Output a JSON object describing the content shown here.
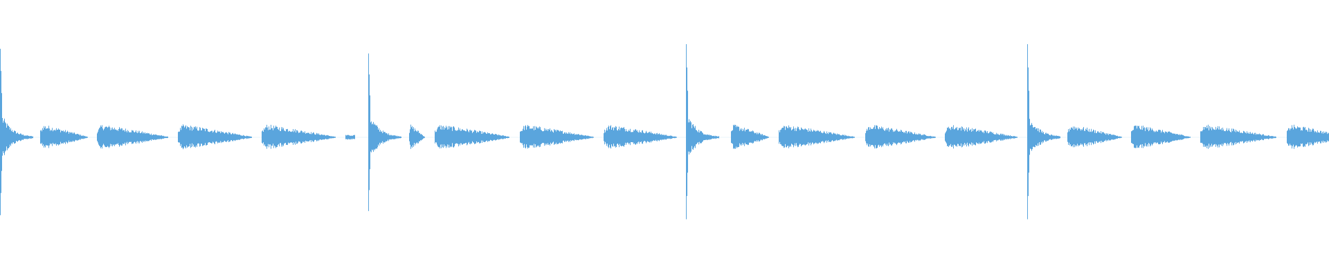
{
  "waveform": {
    "color": "#5aa5dd",
    "background": "#ffffff",
    "events_description": [
      {
        "t": 0.0,
        "kind": "spike",
        "amp": 0.95
      },
      {
        "t": 0.03,
        "kind": "burst",
        "amp": 0.14
      },
      {
        "t": 0.073,
        "kind": "burst",
        "amp": 0.14
      },
      {
        "t": 0.134,
        "kind": "burst",
        "amp": 0.14
      },
      {
        "t": 0.197,
        "kind": "burst",
        "amp": 0.14
      },
      {
        "t": 0.26,
        "kind": "tick",
        "amp": 0.02
      },
      {
        "t": 0.277,
        "kind": "spike",
        "amp": 0.9
      },
      {
        "t": 0.308,
        "kind": "burst",
        "amp": 0.14
      },
      {
        "t": 0.327,
        "kind": "burst",
        "amp": 0.14
      },
      {
        "t": 0.391,
        "kind": "burst",
        "amp": 0.14
      },
      {
        "t": 0.454,
        "kind": "burst",
        "amp": 0.14
      },
      {
        "t": 0.516,
        "kind": "spike",
        "amp": 1.0
      },
      {
        "t": 0.55,
        "kind": "burst",
        "amp": 0.14
      },
      {
        "t": 0.586,
        "kind": "burst",
        "amp": 0.14
      },
      {
        "t": 0.651,
        "kind": "burst",
        "amp": 0.14
      },
      {
        "t": 0.711,
        "kind": "burst",
        "amp": 0.14
      },
      {
        "t": 0.773,
        "kind": "spike",
        "amp": 1.0
      },
      {
        "t": 0.803,
        "kind": "burst",
        "amp": 0.14
      },
      {
        "t": 0.851,
        "kind": "burst",
        "amp": 0.14
      },
      {
        "t": 0.903,
        "kind": "burst",
        "amp": 0.14
      },
      {
        "t": 0.968,
        "kind": "burst",
        "amp": 0.14
      }
    ]
  }
}
